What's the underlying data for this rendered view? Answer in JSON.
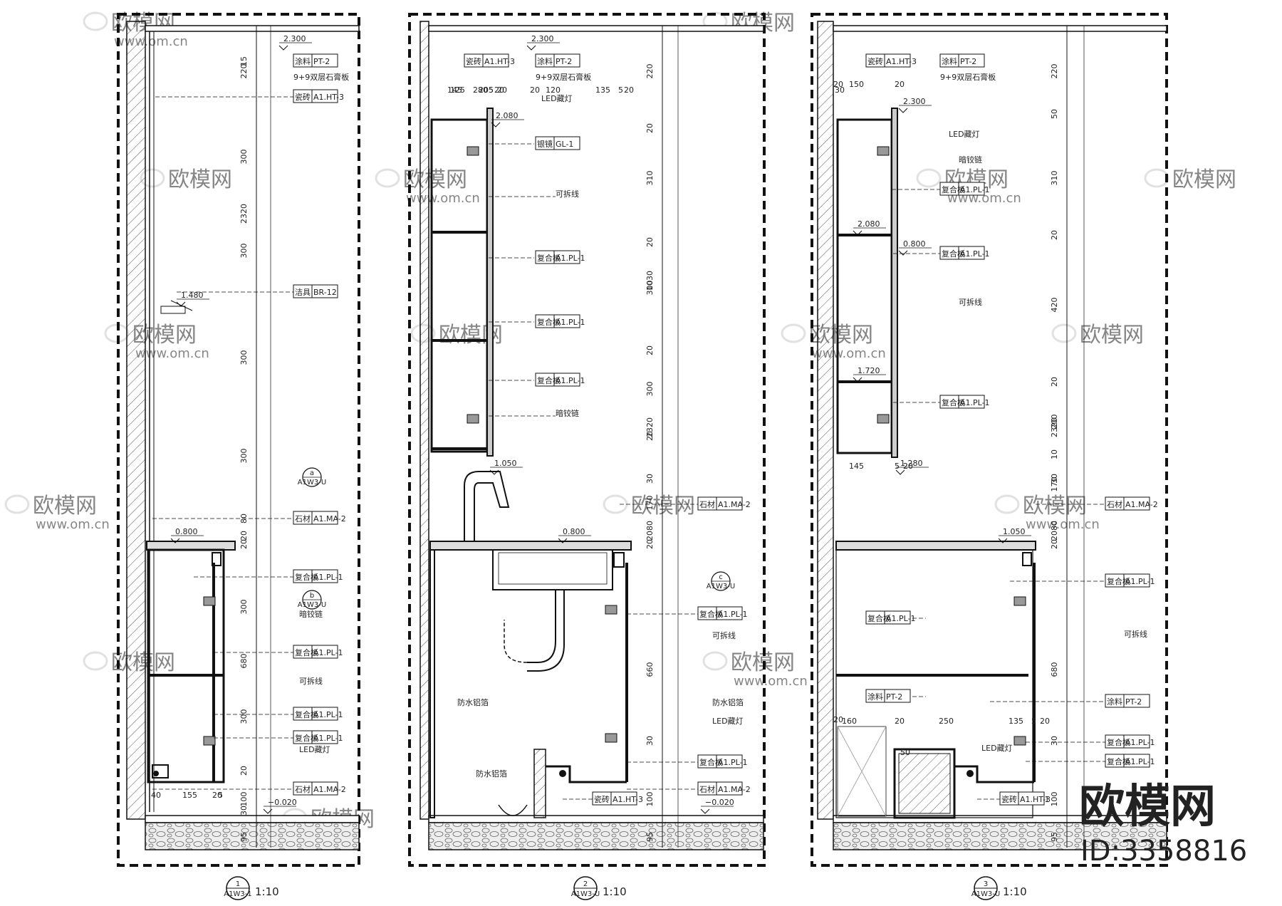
{
  "brand": {
    "logo_text": "欧模网",
    "id_text": "ID:3358816",
    "watermark_cn": "欧模网",
    "watermark_url": "www.om.cn"
  },
  "colors": {
    "line": "#111111",
    "hatch": "#555555",
    "watermark": "#c8c8c8"
  },
  "sections": [
    {
      "bubble_num": "1",
      "bubble_ref": "A1W3-1",
      "scale": "1:10",
      "levels": [
        "2.300",
        "1.480",
        "0.800",
        "−0.020"
      ],
      "dims_v": [
        "220",
        "300",
        "300",
        "300",
        "300",
        "80",
        "20",
        "20",
        "300",
        "680",
        "300",
        "20",
        "100",
        "2320",
        "15",
        "95",
        "30"
      ],
      "dims_h": [
        "40",
        "155",
        "20",
        "5"
      ],
      "tags": [
        {
          "cn": "涂料",
          "code": "PT-2"
        },
        {
          "cn": "瓷砖",
          "code": "A1.HT-3"
        },
        {
          "cn": "洁具",
          "code": "BR-12"
        },
        {
          "cn": "石材",
          "code": "A1.MA-2"
        },
        {
          "cn": "复合板",
          "code": "A1.PL-1"
        },
        {
          "cn": "复合板",
          "code": "A1.PL-1"
        },
        {
          "cn": "复合板",
          "code": "A1.PL-1"
        },
        {
          "cn": "复合板",
          "code": "A1.PL-1"
        },
        {
          "cn": "石材",
          "code": "A1.MA-2"
        }
      ],
      "notes": [
        "9+9双层石膏板",
        "暗铰链",
        "可拆线",
        "LED藏灯"
      ],
      "callouts": [
        {
          "letter": "a",
          "ref": "A1W3-U"
        },
        {
          "letter": "b",
          "ref": "A1W3-U"
        }
      ]
    },
    {
      "bubble_num": "2",
      "bubble_ref": "A1W3-U",
      "scale": "1:10",
      "levels": [
        "2.300",
        "2.080",
        "1.050",
        "0.800",
        "−0.020"
      ],
      "dims_v": [
        "220",
        "20",
        "310",
        "20",
        "300",
        "20",
        "300",
        "20",
        "1030",
        "2320",
        "170",
        "80",
        "20",
        "20",
        "660",
        "100",
        "30",
        "30",
        "95"
      ],
      "dims_h": [
        "125",
        "20",
        "5",
        "20",
        "145",
        "5",
        "20",
        "280",
        "20",
        "120",
        "135",
        "5",
        "20"
      ],
      "tags": [
        {
          "cn": "瓷砖",
          "code": "A1.HT-3"
        },
        {
          "cn": "涂料",
          "code": "PT-2"
        },
        {
          "cn": "银镜",
          "code": "GL-1"
        },
        {
          "cn": "复合板",
          "code": "A1.PL-1"
        },
        {
          "cn": "复合板",
          "code": "A1.PL-1"
        },
        {
          "cn": "复合板",
          "code": "A1.PL-1"
        },
        {
          "cn": "石材",
          "code": "A1.MA-2"
        },
        {
          "cn": "复合板",
          "code": "A1.PL-1"
        },
        {
          "cn": "复合板",
          "code": "A1.PL-1"
        },
        {
          "cn": "瓷砖",
          "code": "A1.HT-3"
        },
        {
          "cn": "石材",
          "code": "A1.MA-2"
        }
      ],
      "notes": [
        "9+9双层石膏板",
        "LED藏灯",
        "可拆线",
        "暗铰链",
        "可拆线",
        "防水铝箔",
        "防水铝箔",
        "LED藏灯",
        "防水铝箔"
      ],
      "callouts": [
        {
          "letter": "c",
          "ref": "A1W3-U"
        }
      ]
    },
    {
      "bubble_num": "3",
      "bubble_ref": "A1W3-U",
      "scale": "1:10",
      "levels": [
        "2.300",
        "2.080",
        "1.720",
        "1.280",
        "1.050",
        "0.800"
      ],
      "dims_v": [
        "220",
        "50",
        "310",
        "20",
        "420",
        "20",
        "200",
        "10",
        "2320",
        "170",
        "80",
        "20",
        "20",
        "680",
        "100",
        "95",
        "30",
        "30"
      ],
      "dims_h": [
        "150",
        "20",
        "20",
        "30",
        "145",
        "5",
        "20",
        "160",
        "20",
        "250",
        "135",
        "5",
        "20",
        "20",
        "50"
      ],
      "tags": [
        {
          "cn": "瓷砖",
          "code": "A1.HT-3"
        },
        {
          "cn": "涂料",
          "code": "PT-2"
        },
        {
          "cn": "复合板",
          "code": "A1.PL-1"
        },
        {
          "cn": "复合板",
          "code": "A1.PL-1"
        },
        {
          "cn": "复合板",
          "code": "A1.PL-1"
        },
        {
          "cn": "石材",
          "code": "A1.MA-2"
        },
        {
          "cn": "复合板",
          "code": "A1.PL-1"
        },
        {
          "cn": "复合板",
          "code": "A1.PL-1"
        },
        {
          "cn": "涂料",
          "code": "PT-2"
        },
        {
          "cn": "涂料",
          "code": "PT-2"
        },
        {
          "cn": "复合板",
          "code": "A1.PL-1"
        },
        {
          "cn": "复合板",
          "code": "A1.PL-1"
        },
        {
          "cn": "复合板",
          "code": "A1.PL-1"
        },
        {
          "cn": "瓷砖",
          "code": "A1.HT-3"
        }
      ],
      "notes": [
        "9+9双层石膏板",
        "LED藏灯",
        "暗铰链",
        "可拆线",
        "可拆线",
        "LED藏灯"
      ]
    }
  ]
}
